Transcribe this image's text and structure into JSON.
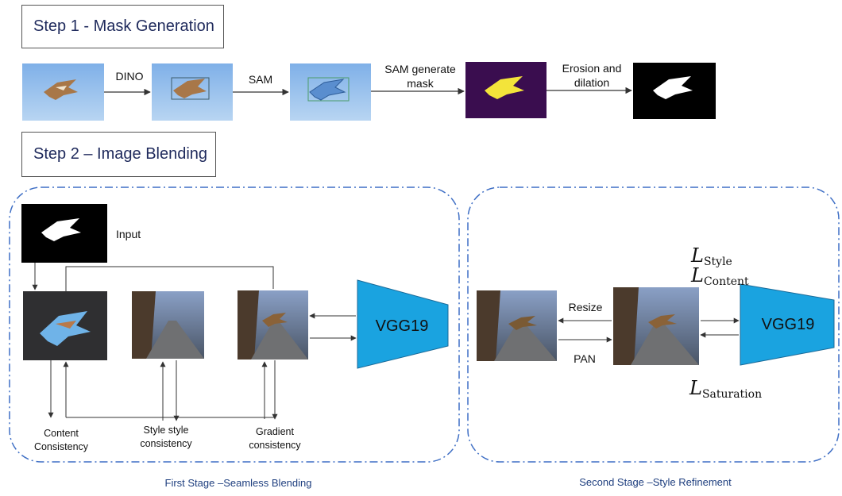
{
  "step1": {
    "title": "Step 1 - Mask Generation"
  },
  "step2": {
    "title": "Step 2 – Image Blending"
  },
  "pipeline": {
    "dino": "DINO",
    "sam": "SAM",
    "sam_mask_line1": "SAM generate",
    "sam_mask_line2": "mask",
    "erosion_line1": "Erosion and",
    "erosion_line2": "dilation"
  },
  "stage1": {
    "input": "Input",
    "vgg": "VGG19",
    "content_line1": "Content",
    "content_line2": "Consistency",
    "style_line1": "Style style",
    "style_line2": "consistency",
    "gradient_line1": "Gradient",
    "gradient_line2": "consistency",
    "caption": "First Stage –Seamless Blending"
  },
  "stage2": {
    "resize": "Resize",
    "pan": "PAN",
    "vgg": "VGG19",
    "loss_symbol": "L",
    "loss_style": "Style",
    "loss_content": "Content",
    "loss_saturation": "Saturation",
    "caption": "Second Stage –Style Refinement"
  },
  "colors": {
    "vgg": "#1aa3e0",
    "stage_border": "#3f6fc5",
    "title_text": "#1f2a5c"
  }
}
